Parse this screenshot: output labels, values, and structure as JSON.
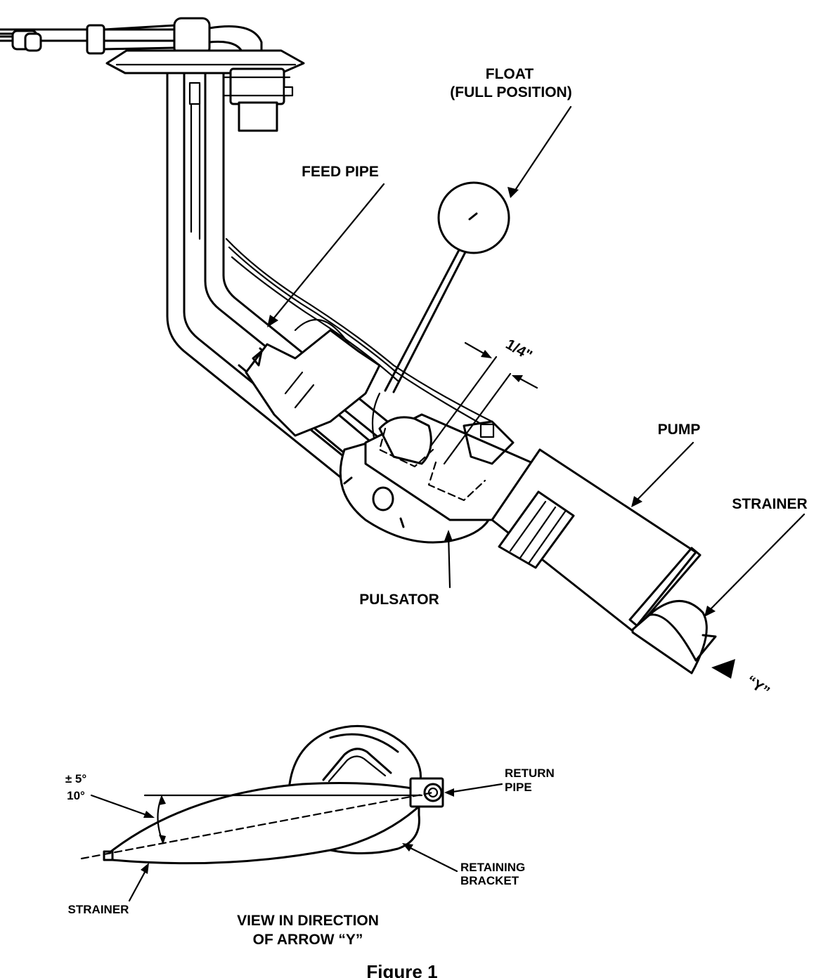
{
  "labels": {
    "float": "FLOAT",
    "float_position": "(FULL POSITION)",
    "feed_pipe": "FEED PIPE",
    "quarter_inch": "1/4\"",
    "pump": "PUMP",
    "strainer_top": "STRAINER",
    "pulsator": "PULSATOR",
    "arrow_y": "“Y”",
    "tolerance": "± 5°",
    "angle": "10°",
    "return_pipe_1": "RETURN",
    "return_pipe_2": "PIPE",
    "retaining_bracket_1": "RETAINING",
    "retaining_bracket_2": "BRACKET",
    "strainer_bottom": "STRAINER",
    "view_1": "VIEW IN DIRECTION",
    "view_2": "OF ARROW “Y”",
    "caption": "Figure 1"
  }
}
